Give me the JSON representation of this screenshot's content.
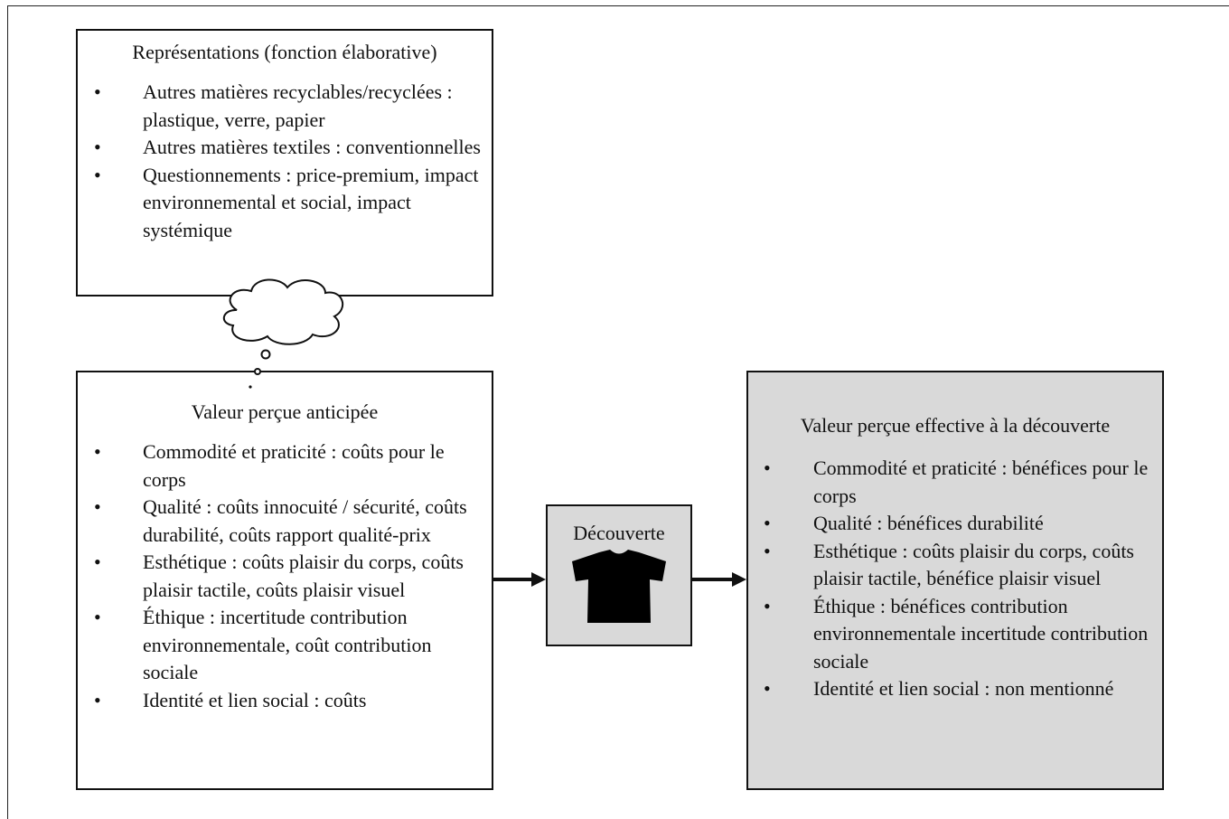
{
  "representations": {
    "title": "Représentations (fonction élaborative)",
    "items": [
      "Autres matières recyclables/recyclées : plastique, verre, papier",
      "Autres matières textiles : conventionnelles",
      "Questionnements : price-premium, impact environnemental et social, impact systémique"
    ]
  },
  "anticipated_value": {
    "title": "Valeur perçue anticipée",
    "items": [
      "Commodité et praticité : coûts pour le corps",
      "Qualité : coûts innocuité / sécurité, coûts durabilité, coûts rapport qualité-prix",
      "Esthétique : coûts plaisir du corps, coûts plaisir tactile, coûts plaisir visuel",
      "Éthique : incertitude contribution environnementale, coût contribution sociale",
      "Identité et lien social : coûts"
    ]
  },
  "discovery": {
    "title": "Découverte",
    "icon": "t-shirt-icon"
  },
  "effective_value": {
    "title": "Valeur perçue effective à la découverte",
    "items": [
      "Commodité et praticité : bénéfices pour le corps",
      "Qualité : bénéfices durabilité",
      "Esthétique : coûts plaisir du corps, coûts plaisir tactile, bénéfice plaisir visuel",
      "Éthique : bénéfices contribution environnementale incertitude contribution sociale",
      "Identité et lien social : non mentionné"
    ]
  },
  "colors": {
    "line": "#111111",
    "box_fill": "#ffffff",
    "highlight_fill": "#d9d9d9"
  }
}
